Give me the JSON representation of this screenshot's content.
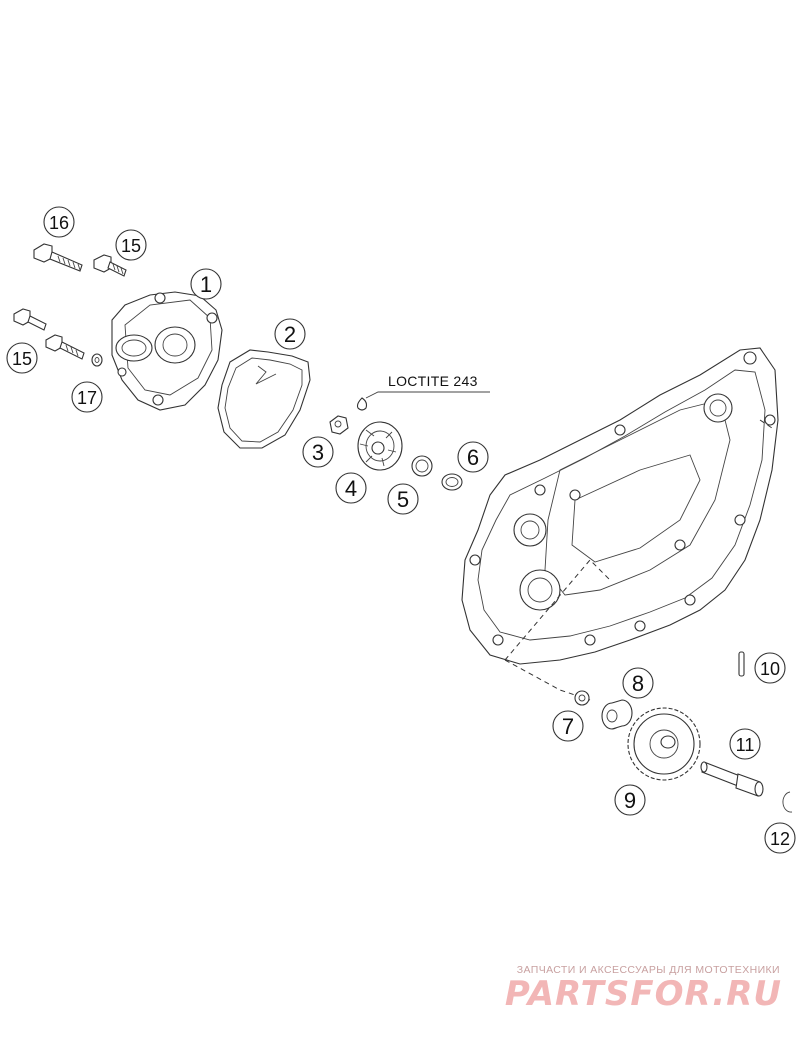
{
  "callouts": {
    "c1": "1",
    "c2": "2",
    "c3": "3",
    "c4": "4",
    "c5": "5",
    "c6": "6",
    "c7": "7",
    "c8": "8",
    "c9": "9",
    "c10": "10",
    "c11": "11",
    "c12": "12",
    "c15a": "15",
    "c15b": "15",
    "c16": "16",
    "c17": "17"
  },
  "note": "LOCTITE 243",
  "watermark": {
    "tagline": "ЗАПЧАСТИ И АКСЕССУАРЫ ДЛЯ МОТОТЕХНИКИ",
    "logo": "PARTSFOR.RU"
  },
  "colors": {
    "line": "#333333",
    "background": "#ffffff",
    "watermark": "#f2b6b6"
  }
}
